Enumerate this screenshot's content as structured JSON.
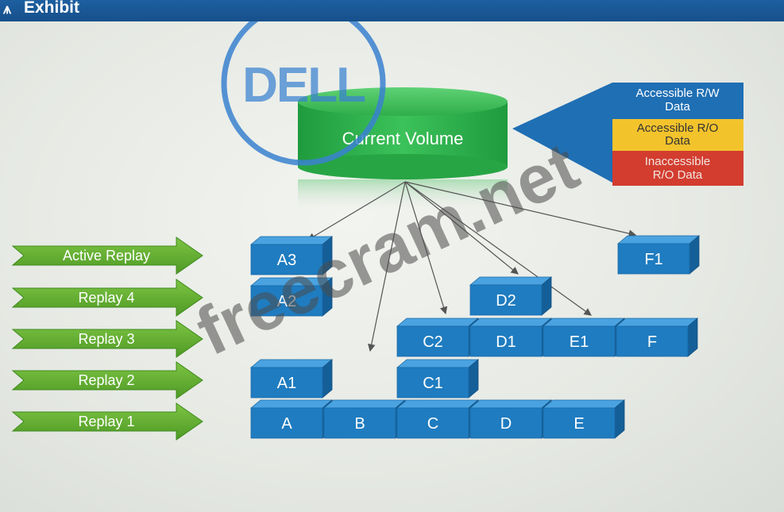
{
  "window": {
    "title": "Exhibit"
  },
  "volume": {
    "label": "Current Volume"
  },
  "legend": {
    "rw": {
      "text": [
        "Accessible R/W",
        "Data"
      ],
      "color": "#1f6fb4"
    },
    "ro": {
      "text": [
        "Accessible R/O",
        "Data"
      ],
      "color": "#f3c32c"
    },
    "inaccessible": {
      "text": [
        "Inaccessible",
        "R/O Data"
      ],
      "color": "#d23d2f"
    }
  },
  "replays": [
    "Active Replay",
    "Replay 4",
    "Replay 3",
    "Replay 2",
    "Replay 1"
  ],
  "blocks": [
    "A3",
    "A2",
    "A1",
    "A",
    "B",
    "C",
    "C1",
    "C2",
    "D",
    "D1",
    "D2",
    "E",
    "E1",
    "F",
    "F1"
  ],
  "logo": {
    "text": "DELL"
  },
  "watermark": {
    "text": "freecram.net"
  },
  "colors": {
    "block": "#1f7cc0",
    "volume": "#2fae4a",
    "arrow_green": "#5aa82e",
    "logo_ring": "#3a82d0"
  }
}
